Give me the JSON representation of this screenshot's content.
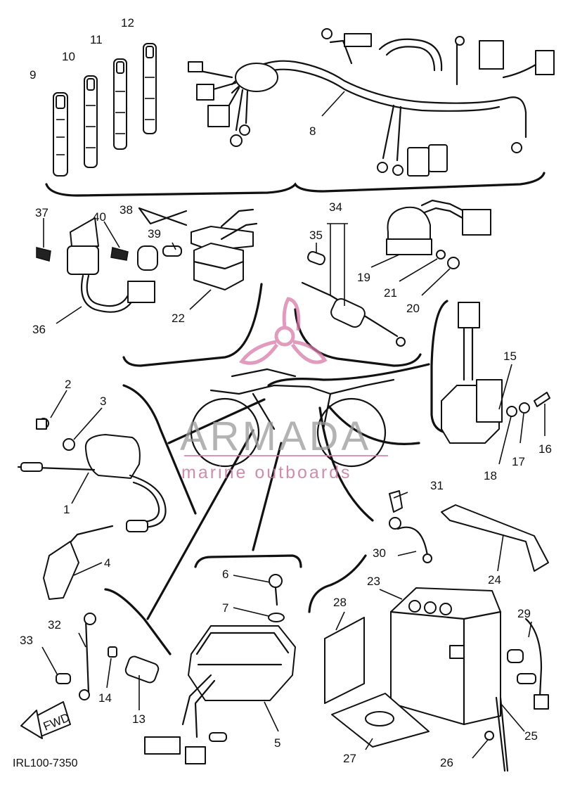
{
  "diagram": {
    "drawing_code": "IRL100-7350",
    "direction_tag": "FWD",
    "watermark": {
      "brand": "ARMADA",
      "tagline": "marine outboards",
      "brand_color": "#8a8a8a",
      "accent_color": "#d77aa8"
    },
    "part_labels": [
      "1",
      "2",
      "3",
      "4",
      "5",
      "6",
      "7",
      "8",
      "9",
      "10",
      "11",
      "12",
      "13",
      "14",
      "15",
      "16",
      "17",
      "18",
      "19",
      "20",
      "21",
      "22",
      "23",
      "24",
      "25",
      "26",
      "27",
      "28",
      "29",
      "30",
      "31",
      "32",
      "33",
      "34",
      "35",
      "36",
      "37",
      "38",
      "39",
      "40"
    ]
  }
}
